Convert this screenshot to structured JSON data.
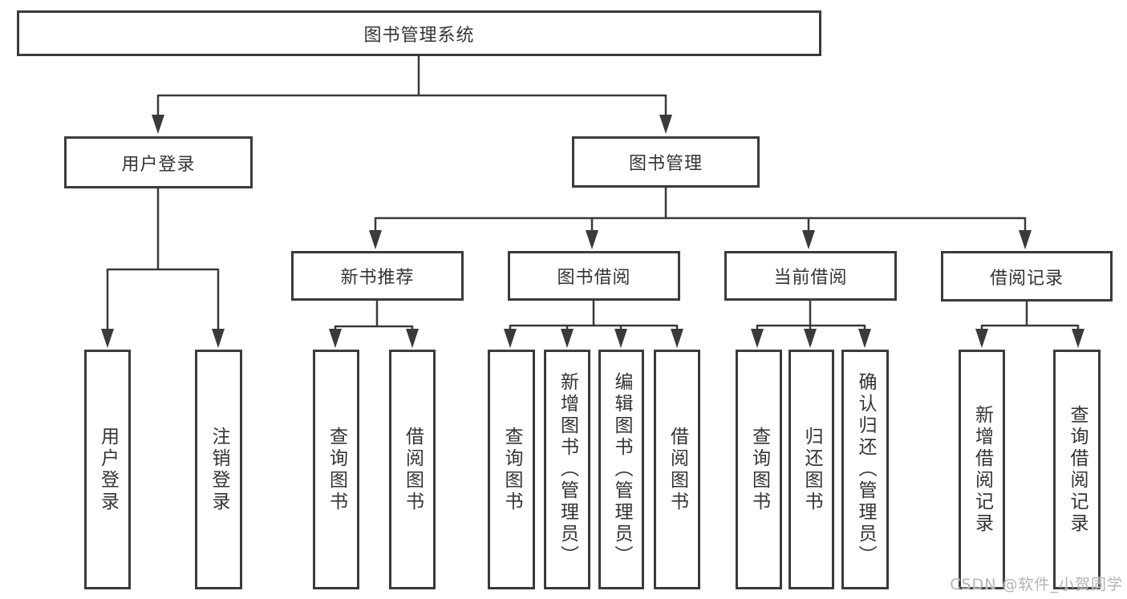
{
  "diagram": {
    "root": {
      "label": "图书管理系统"
    },
    "level2": [
      {
        "label": "用户登录"
      },
      {
        "label": "图书管理"
      }
    ],
    "level3": [
      {
        "label": "新书推荐"
      },
      {
        "label": "图书借阅"
      },
      {
        "label": "当前借阅"
      },
      {
        "label": "借阅记录"
      }
    ],
    "leaves": {
      "user_login": [
        "用户登录",
        "注销登录"
      ],
      "new_book": [
        "查询图书",
        "借阅图书"
      ],
      "book_borrow": [
        "查询图书",
        "新增图书（管理员）",
        "编辑图书（管理员）",
        "借阅图书"
      ],
      "current_borrow": [
        "查询图书",
        "归还图书",
        "确认归还（管理员）"
      ],
      "borrow_record": [
        "新增借阅记录",
        "查询借阅记录"
      ]
    }
  },
  "watermark": {
    "text": "CSDN @软件_小贺同学"
  },
  "colors": {
    "line": "#3a3a3a",
    "text": "#333333",
    "watermark": "#b3b3b3",
    "background": "#ffffff"
  }
}
